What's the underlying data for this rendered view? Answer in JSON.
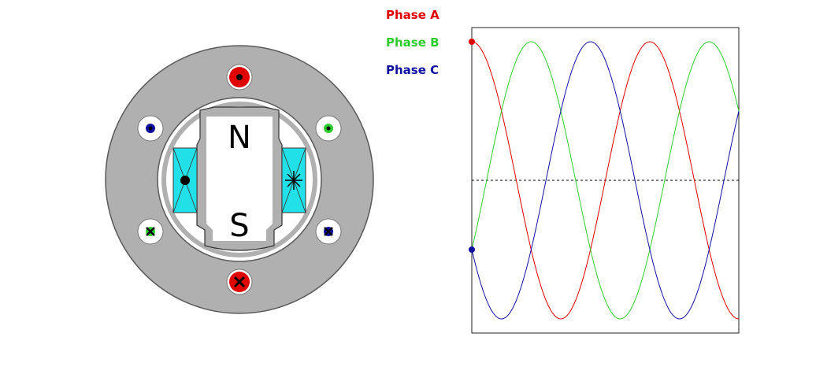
{
  "legend": {
    "phase_a": "Phase A",
    "phase_b": "Phase B",
    "phase_c": "Phase C"
  },
  "rotor": {
    "north_label": "N",
    "south_label": "S"
  },
  "colors": {
    "phase_a": "#e00000",
    "phase_b": "#2ecc2e",
    "phase_c": "#1010a0",
    "stator": "#b0b0b0",
    "coil": "#22e0e8"
  },
  "chart_data": {
    "type": "line",
    "title": "",
    "xlabel": "",
    "ylabel": "",
    "x_cycles": 1.5,
    "ylim": [
      -1,
      1
    ],
    "zero_line": "dashed",
    "current_position_cycles": 0,
    "series": [
      {
        "name": "Phase A",
        "phase_deg": 0,
        "color": "#e00000"
      },
      {
        "name": "Phase B",
        "phase_deg": -120,
        "color": "#2ecc2e"
      },
      {
        "name": "Phase C",
        "phase_deg": 120,
        "color": "#1010a0"
      }
    ],
    "markers": [
      {
        "series": "Phase A",
        "value": 1
      },
      {
        "series": "Phase C",
        "value": -0.5
      }
    ]
  }
}
